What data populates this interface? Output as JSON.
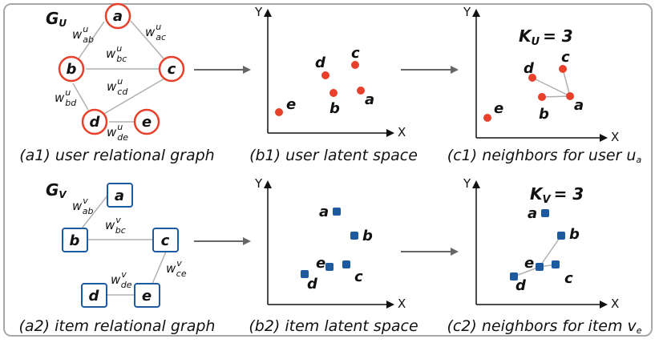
{
  "colors": {
    "user_node": "#e8402a",
    "item_node": "#1d5aa0",
    "edge": "#b0b0b0",
    "arrow": "#666666",
    "frame": "#a8a8a8"
  },
  "user_graph": {
    "title": "G",
    "title_sub": "U",
    "nodes": {
      "a": "a",
      "b": "b",
      "c": "c",
      "d": "d",
      "e": "e"
    },
    "weights": {
      "ab": {
        "w": "w",
        "sup": "u",
        "sub": "ab"
      },
      "ac": {
        "w": "w",
        "sup": "u",
        "sub": "ac"
      },
      "bc": {
        "w": "w",
        "sup": "u",
        "sub": "bc"
      },
      "cd": {
        "w": "w",
        "sup": "u",
        "sub": "cd"
      },
      "bd": {
        "w": "w",
        "sup": "u",
        "sub": "bd"
      },
      "de": {
        "w": "w",
        "sup": "u",
        "sub": "de"
      }
    },
    "caption": "(a1) user relational graph"
  },
  "item_graph": {
    "title": "G",
    "title_sub": "V",
    "nodes": {
      "a": "a",
      "b": "b",
      "c": "c",
      "d": "d",
      "e": "e"
    },
    "weights": {
      "ab": {
        "w": "w",
        "sup": "v",
        "sub": "ab"
      },
      "bc": {
        "w": "w",
        "sup": "v",
        "sub": "bc"
      },
      "ce": {
        "w": "w",
        "sup": "v",
        "sub": "ce"
      },
      "de": {
        "w": "w",
        "sup": "v",
        "sub": "de"
      }
    },
    "caption": "(a2) item relational graph"
  },
  "user_latent": {
    "y_label": "Y",
    "x_label": "X",
    "points": {
      "a": "a",
      "b": "b",
      "c": "c",
      "d": "d",
      "e": "e"
    },
    "caption": "(b1) user latent space"
  },
  "item_latent": {
    "y_label": "Y",
    "x_label": "X",
    "points": {
      "a": "a",
      "b": "b",
      "c": "c",
      "d": "d",
      "e": "e"
    },
    "caption": "(b2) item latent space"
  },
  "user_neighbors": {
    "y_label": "Y",
    "x_label": "X",
    "k_label": "K",
    "k_sub": "U",
    "k_value": "= 3",
    "points": {
      "a": "a",
      "b": "b",
      "c": "c",
      "d": "d",
      "e": "e"
    },
    "caption_main": "(c1) neighbors for user u",
    "caption_sub": "a"
  },
  "item_neighbors": {
    "y_label": "Y",
    "x_label": "X",
    "k_label": "K",
    "k_sub": "V",
    "k_value": "= 3",
    "points": {
      "a": "a",
      "b": "b",
      "c": "c",
      "d": "d",
      "e": "e"
    },
    "caption_main": "(c2) neighbors for item v",
    "caption_sub": "e"
  }
}
